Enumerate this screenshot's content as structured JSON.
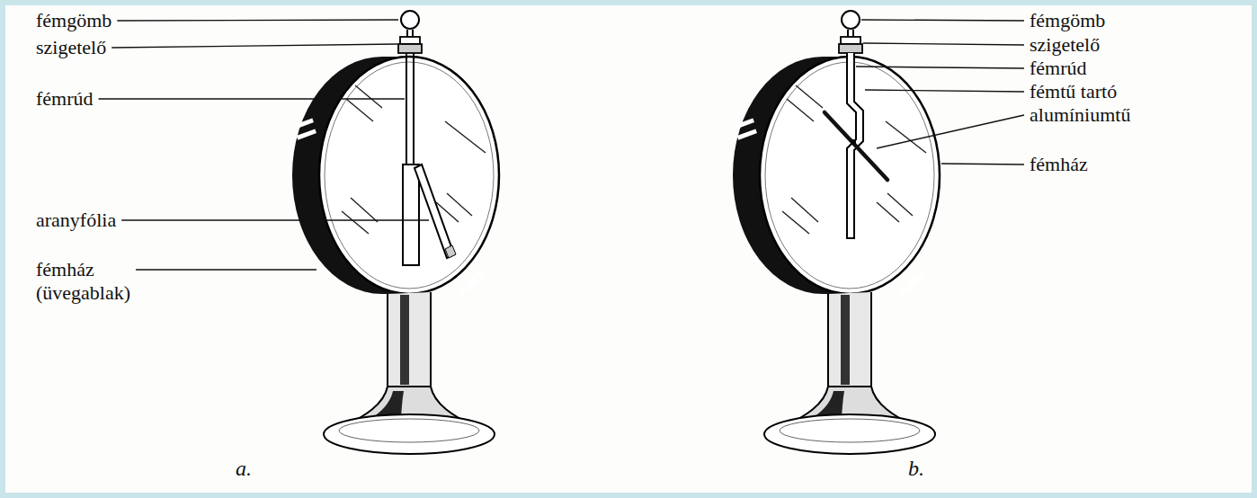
{
  "diagram": {
    "labels": [
      "fémgömb",
      "szigetelő",
      "fémrúd",
      "aranyfólia",
      "fémház (üvegablak)",
      "a.",
      "fémgömb",
      "szigetelő",
      "fémrúd",
      "fémtű tartó",
      "alumíniumtű",
      "fémház",
      "b."
    ]
  }
}
